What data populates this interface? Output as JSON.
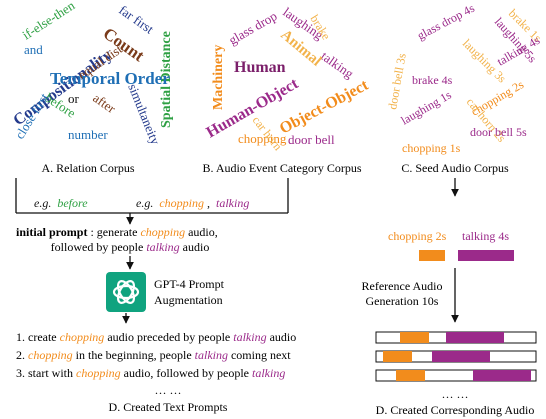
{
  "colors": {
    "green": "#2ea043",
    "blue": "#1f6fb5",
    "navy": "#243a8c",
    "brown": "#7a3b1a",
    "purple": "#9b2a8a",
    "orange": "#f28c1c",
    "light_orange": "#f2b24a",
    "chatgpt": "#10a37f",
    "black": "#111111"
  },
  "relation_cloud": {
    "words": [
      "if-else-then",
      "and",
      "Compositionality",
      "Count",
      "far first",
      "equal dist",
      "Spatial Distance",
      "Temporal Order",
      "before",
      "or",
      "after",
      "simultaneity",
      "close first",
      "number"
    ],
    "caption": "A. Relation Corpus"
  },
  "event_cloud": {
    "words": [
      "Machinery",
      "glass drop",
      "laughing",
      "brake",
      "talking",
      "Animal",
      "Human",
      "Human-Object",
      "Object-Object",
      "chopping",
      "car horn",
      "door bell"
    ],
    "caption": "B. Audio Event Category Corpus"
  },
  "seed_cloud": {
    "words": [
      "glass drop 4s",
      "brake 1s",
      "laughing 5s",
      "door bell 3s",
      "laughing 3s",
      "talking 4s",
      "brake 4s",
      "laughing 1s",
      "chopping 2s",
      "car horn 2s",
      "door bell 5s",
      "chopping 1s"
    ],
    "caption": "C. Seed Audio Corpus"
  },
  "examples": {
    "prefix1": "e.g.",
    "relation": "before",
    "prefix2": "e.g.",
    "event1": "chopping",
    "sep": ",",
    "event2": "talking"
  },
  "prompt": {
    "label": "initial prompt",
    "line1_a": ": generate ",
    "line1_event": "chopping",
    "line1_b": " audio,",
    "line2_a": "followed by people ",
    "line2_event": "talking",
    "line2_b": " audio"
  },
  "gpt": {
    "line1": "GPT-4 Prompt",
    "line2": "Augmentation",
    "icon": "openai-logo-icon"
  },
  "text_prompts": [
    {
      "num": "1.",
      "a": " create ",
      "e1": "chopping",
      "b": " audio preceded by people ",
      "e2": "talking",
      "c": " audio"
    },
    {
      "num": "2.",
      "a": " ",
      "e1": "chopping",
      "b": " in the beginning, people ",
      "e2": "talking",
      "c": " coming next"
    },
    {
      "num": "3.",
      "a": " start with ",
      "e1": "chopping",
      "b": " audio, followed by people ",
      "e2": "talking",
      "c": ""
    }
  ],
  "text_prompts_more": "… …",
  "text_prompts_caption": "D. Created Text Prompts",
  "seed_labels": {
    "chopping": "chopping 2s",
    "talking": "talking 4s"
  },
  "generation": {
    "line1": "Reference Audio",
    "line2": "Generation 10s"
  },
  "audio_tracks_more": "… …",
  "audio_caption": "D. Created Corresponding Audio"
}
